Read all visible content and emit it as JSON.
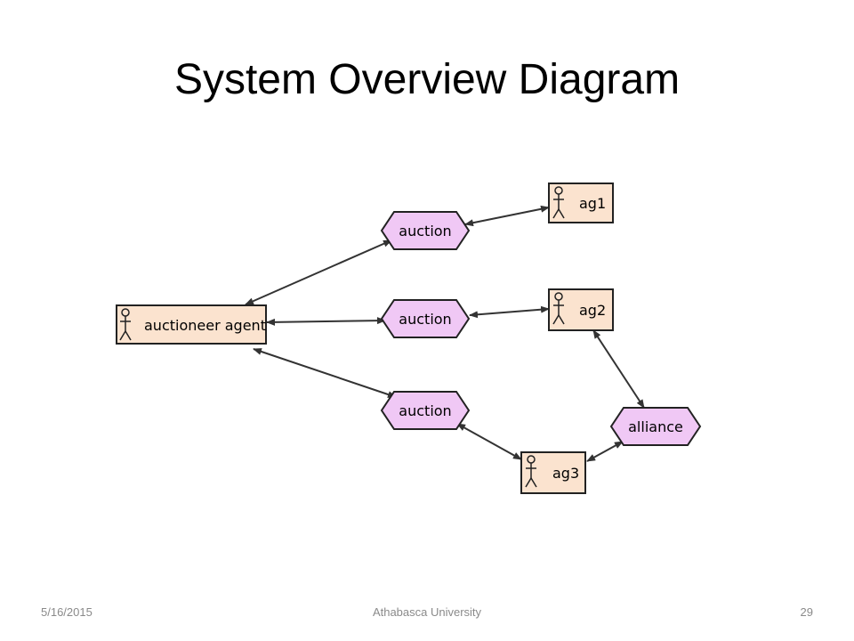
{
  "slide": {
    "title": "System Overview Diagram"
  },
  "diagram": {
    "agents": [
      {
        "id": "auctioneer",
        "label": "auctioneer agent"
      },
      {
        "id": "ag1",
        "label": "ag1"
      },
      {
        "id": "ag2",
        "label": "ag2"
      },
      {
        "id": "ag3",
        "label": "ag3"
      }
    ],
    "protocols": [
      {
        "id": "auction1",
        "label": "auction"
      },
      {
        "id": "auction2",
        "label": "auction"
      },
      {
        "id": "auction3",
        "label": "auction"
      },
      {
        "id": "alliance",
        "label": "alliance"
      }
    ],
    "links": [
      {
        "from": "auctioneer",
        "to": "auction1"
      },
      {
        "from": "auctioneer",
        "to": "auction2"
      },
      {
        "from": "auctioneer",
        "to": "auction3"
      },
      {
        "from": "auction1",
        "to": "ag1"
      },
      {
        "from": "auction2",
        "to": "ag2"
      },
      {
        "from": "auction3",
        "to": "ag3"
      },
      {
        "from": "ag2",
        "to": "alliance"
      },
      {
        "from": "ag3",
        "to": "alliance"
      }
    ],
    "colors": {
      "agent_fill": "#fbe3cf",
      "protocol_fill": "#f0c8f5",
      "line": "#333333"
    }
  },
  "footer": {
    "date": "5/16/2015",
    "org": "Athabasca University",
    "page": "29"
  }
}
